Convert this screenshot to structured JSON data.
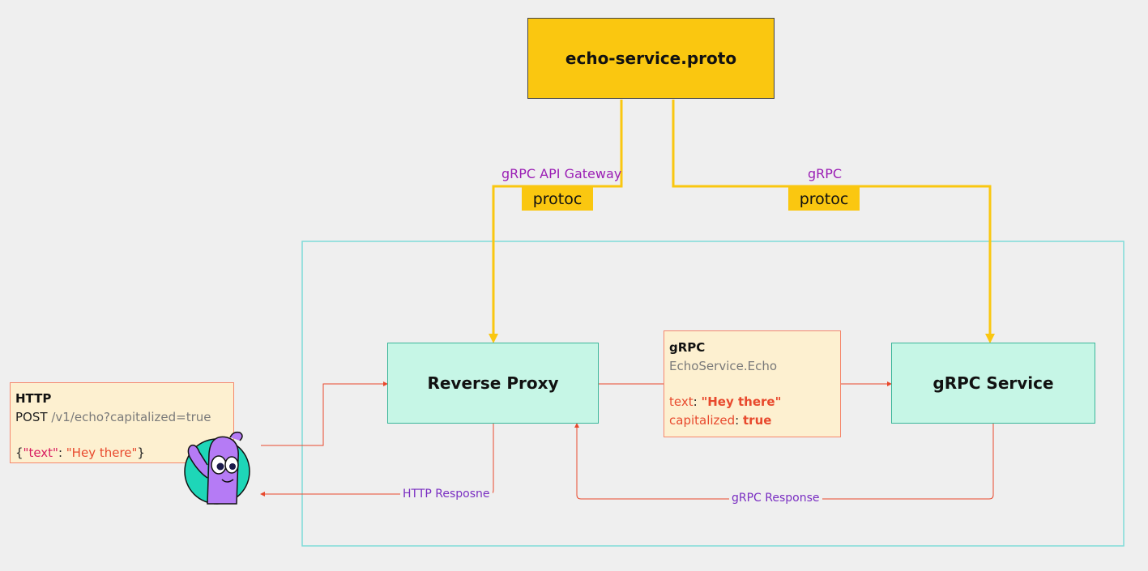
{
  "nodes": {
    "proto": "echo-service.proto",
    "proxy": "Reverse Proxy",
    "service": "gRPC Service"
  },
  "edges": {
    "gateway_label": "gRPC API Gateway",
    "grpc_label": "gRPC",
    "protoc_left": "protoc",
    "protoc_right": "protoc",
    "http_response": "HTTP Resposne",
    "grpc_response": "gRPC Response"
  },
  "http_note": {
    "title": "HTTP",
    "method": "POST",
    "path": "/v1/echo?capitalized=true",
    "body_open": "{",
    "body_key": "\"text\"",
    "body_colon": ": ",
    "body_value": "\"Hey there\"",
    "body_close": "}"
  },
  "grpc_note": {
    "title": "gRPC",
    "method": "EchoService.Echo",
    "field1_key": "text",
    "field1_sep": ": ",
    "field1_value": "\"Hey there\"",
    "field2_key": "capitalized",
    "field2_sep": ": ",
    "field2_value": "true"
  },
  "colors": {
    "yellow": "#fac710",
    "mint": "#c6f6e6",
    "cyan_frame": "#7fdcd8",
    "note_bg": "#fdf0d0",
    "arrow_red": "#e8492d",
    "label_purple": "#9b1fb5",
    "mascot": "#b57bf5"
  }
}
